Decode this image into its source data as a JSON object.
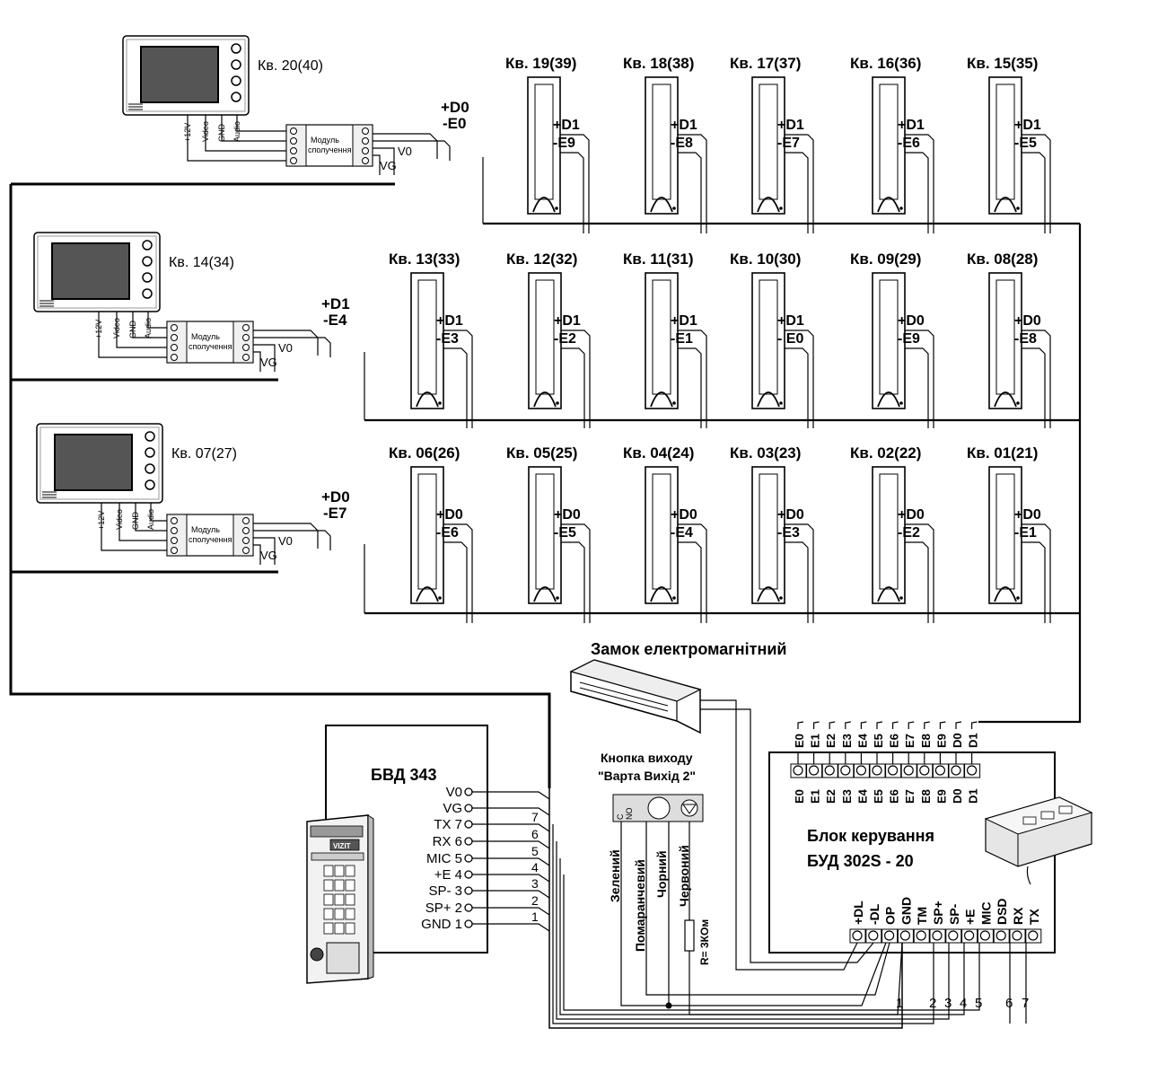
{
  "monitors": [
    {
      "label": "Кв. 20(40)",
      "module_label": [
        "Модуль",
        "сполучення"
      ],
      "ports": [
        "+12V",
        "Video",
        "GND",
        "Audio"
      ],
      "bus": "+D0",
      "e": "-E0",
      "v0": "V0",
      "vg": "VG"
    },
    {
      "label": "Кв. 14(34)",
      "module_label": [
        "Модуль",
        "сполучення"
      ],
      "ports": [
        "+12V",
        "Video",
        "GND",
        "Audio"
      ],
      "bus": "+D1",
      "e": "-E4",
      "v0": "V0",
      "vg": "VG"
    },
    {
      "label": "Кв. 07(27)",
      "module_label": [
        "Модуль",
        "сполучення"
      ],
      "ports": [
        "+12V",
        "Video",
        "GND",
        "Audio"
      ],
      "bus": "+D0",
      "e": "-E7",
      "v0": "V0",
      "vg": "VG"
    }
  ],
  "handsets_row1": [
    {
      "label": "Кв. 19(39)",
      "d": "+D1",
      "e": "-E9"
    },
    {
      "label": "Кв. 18(38)",
      "d": "+D1",
      "e": "-E8"
    },
    {
      "label": "Кв. 17(37)",
      "d": "+D1",
      "e": "-E7"
    },
    {
      "label": "Кв. 16(36)",
      "d": "+D1",
      "e": "-E6"
    },
    {
      "label": "Кв. 15(35)",
      "d": "+D1",
      "e": "-E5"
    }
  ],
  "handsets_row2": [
    {
      "label": "Кв. 13(33)",
      "d": "+D1",
      "e": "-E3"
    },
    {
      "label": "Кв. 12(32)",
      "d": "+D1",
      "e": "-E2"
    },
    {
      "label": "Кв. 11(31)",
      "d": "+D1",
      "e": "-E1"
    },
    {
      "label": "Кв. 10(30)",
      "d": "+D1",
      "e": "-  E0"
    },
    {
      "label": "Кв. 09(29)",
      "d": "+D0",
      "e": "-E9"
    },
    {
      "label": "Кв. 08(28)",
      "d": "+D0",
      "e": "-E8"
    }
  ],
  "handsets_row3": [
    {
      "label": "Кв. 06(26)",
      "d": "+D0",
      "e": "-E6"
    },
    {
      "label": "Кв. 05(25)",
      "d": "+D0",
      "e": "-E5"
    },
    {
      "label": "Кв. 04(24)",
      "d": "+D0",
      "e": "-E4"
    },
    {
      "label": "Кв. 03(23)",
      "d": "+D0",
      "e": "-E3"
    },
    {
      "label": "Кв. 02(22)",
      "d": "+D0",
      "e": "-E2"
    },
    {
      "label": "Кв. 01(21)",
      "d": "+D0",
      "e": "-E1"
    }
  ],
  "lock": {
    "title": "Замок електромагнітний"
  },
  "exit_button": {
    "title_line1": "Кнопка виходу",
    "title_line2": "\"Варта Вихід 2\"",
    "contacts": [
      "C",
      "NO"
    ]
  },
  "wires": {
    "labels": [
      "Зелений",
      "Помаранчевий",
      "Чорний",
      "Червоний"
    ],
    "resistor": "R= 3КОм"
  },
  "bvd": {
    "title": "БВД 343",
    "terminals": [
      "V0",
      "VG",
      "TX 7",
      "RX 6",
      "MIC 5",
      "+E 4",
      "SP- 3",
      "SP+ 2",
      "GND 1"
    ],
    "wire_numbers": [
      "7",
      "6",
      "5",
      "4",
      "3",
      "2",
      "1"
    ],
    "panel_logo": "VIZIT"
  },
  "control_unit": {
    "title_line1": "Блок керування",
    "title_line2": "БУД 302S - 20",
    "top_terminals": [
      "E0",
      "E1",
      "E2",
      "E3",
      "E4",
      "E5",
      "E6",
      "E7",
      "E8",
      "E9",
      "D0",
      "D1"
    ],
    "bottom_terminals": [
      "+DL",
      "-DL",
      "OP",
      "GND",
      "TM",
      "SP+",
      "SP-",
      "+E",
      "MIC",
      "DSD",
      "RX",
      "TX"
    ],
    "bottom_numbers": [
      "1",
      "2",
      "3",
      "4",
      "5",
      "6",
      "7"
    ]
  },
  "colors": {
    "line": "#000000",
    "screen": "#555555",
    "module_fill": "#ffffff"
  }
}
